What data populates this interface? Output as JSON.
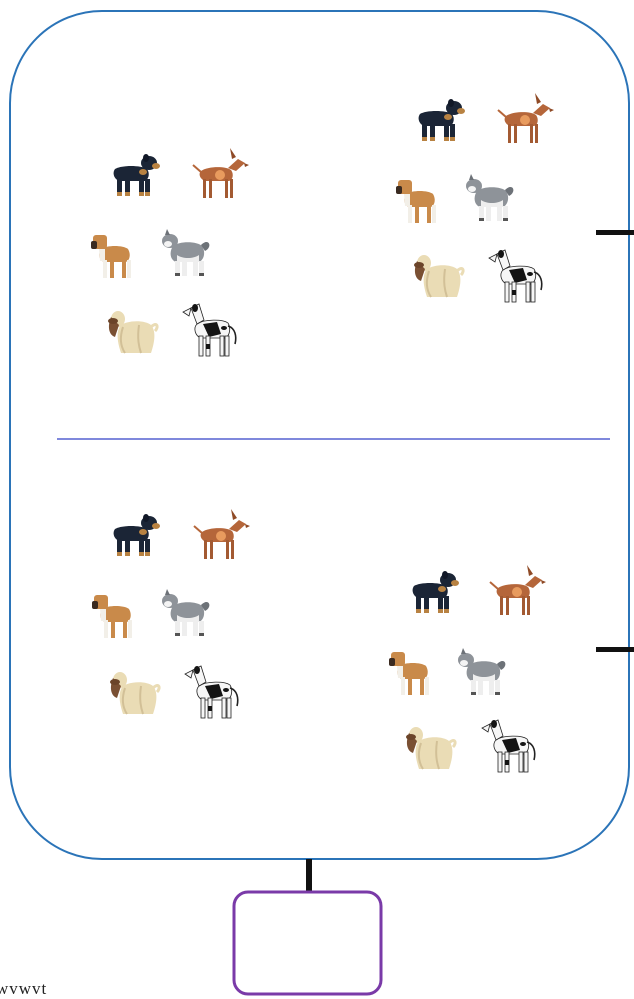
{
  "diagram": {
    "colors": {
      "container_border": "#2b74b8",
      "divider": "#5560d0",
      "connector": "#111111",
      "answer_box_border": "#7a3aa8"
    },
    "groups": [
      {
        "name": "top-left",
        "dogs": [
          "rottweiler",
          "doberman",
          "boxer",
          "alaskan-malamute",
          "afghan-hound",
          "great-dane"
        ]
      },
      {
        "name": "top-right",
        "dogs": [
          "rottweiler",
          "doberman",
          "boxer",
          "alaskan-malamute",
          "afghan-hound",
          "great-dane"
        ]
      },
      {
        "name": "bottom-left",
        "dogs": [
          "rottweiler",
          "doberman",
          "boxer",
          "alaskan-malamute",
          "afghan-hound",
          "great-dane"
        ]
      },
      {
        "name": "bottom-right",
        "dogs": [
          "rottweiler",
          "doberman",
          "boxer",
          "alaskan-malamute",
          "afghan-hound",
          "great-dane"
        ]
      }
    ],
    "answer_box_text": "",
    "cropped_bottom_text": "wvwvt"
  }
}
